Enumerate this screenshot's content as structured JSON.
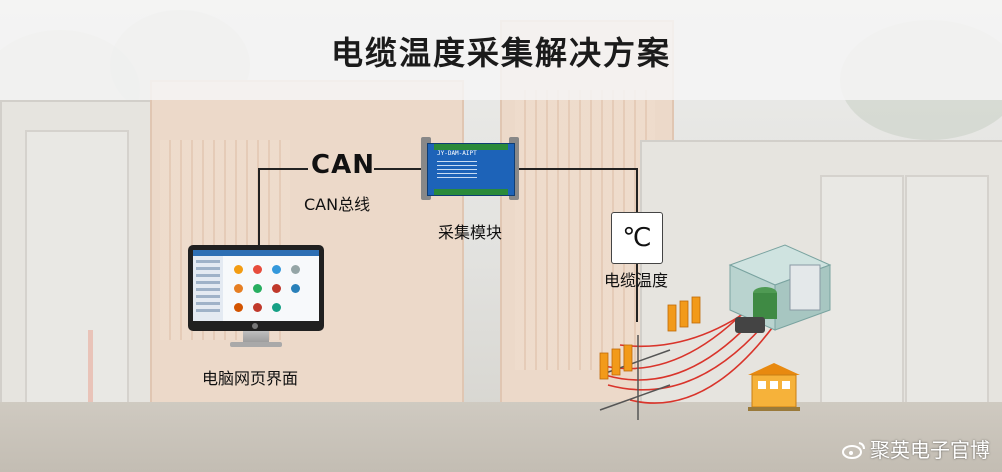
{
  "title": "电缆温度采集解决方案",
  "bus": {
    "big_label": "CAN",
    "caption": "CAN总线"
  },
  "module": {
    "caption": "采集模块",
    "model_text": "JY-DAM-AIPT"
  },
  "sensor": {
    "symbol": "℃",
    "caption": "电缆温度"
  },
  "computer": {
    "caption": "电脑网页界面"
  },
  "watermark": "聚英电子官博",
  "colors": {
    "line": "#222222",
    "module_blue": "#1d63b8",
    "cable_red": "#d9342b",
    "sensor_orange": "#f29a1a"
  }
}
